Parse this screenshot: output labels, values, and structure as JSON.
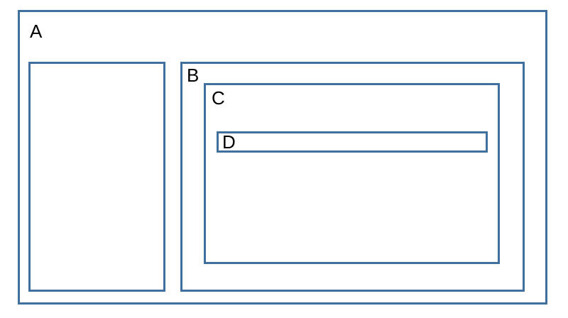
{
  "diagram": {
    "stroke_color": "#41709c",
    "background_color": "#ffffff",
    "boxes": {
      "a": {
        "label": "A"
      },
      "side": {
        "label": ""
      },
      "b": {
        "label": "B"
      },
      "c": {
        "label": "C"
      },
      "d": {
        "label": "D"
      }
    }
  }
}
